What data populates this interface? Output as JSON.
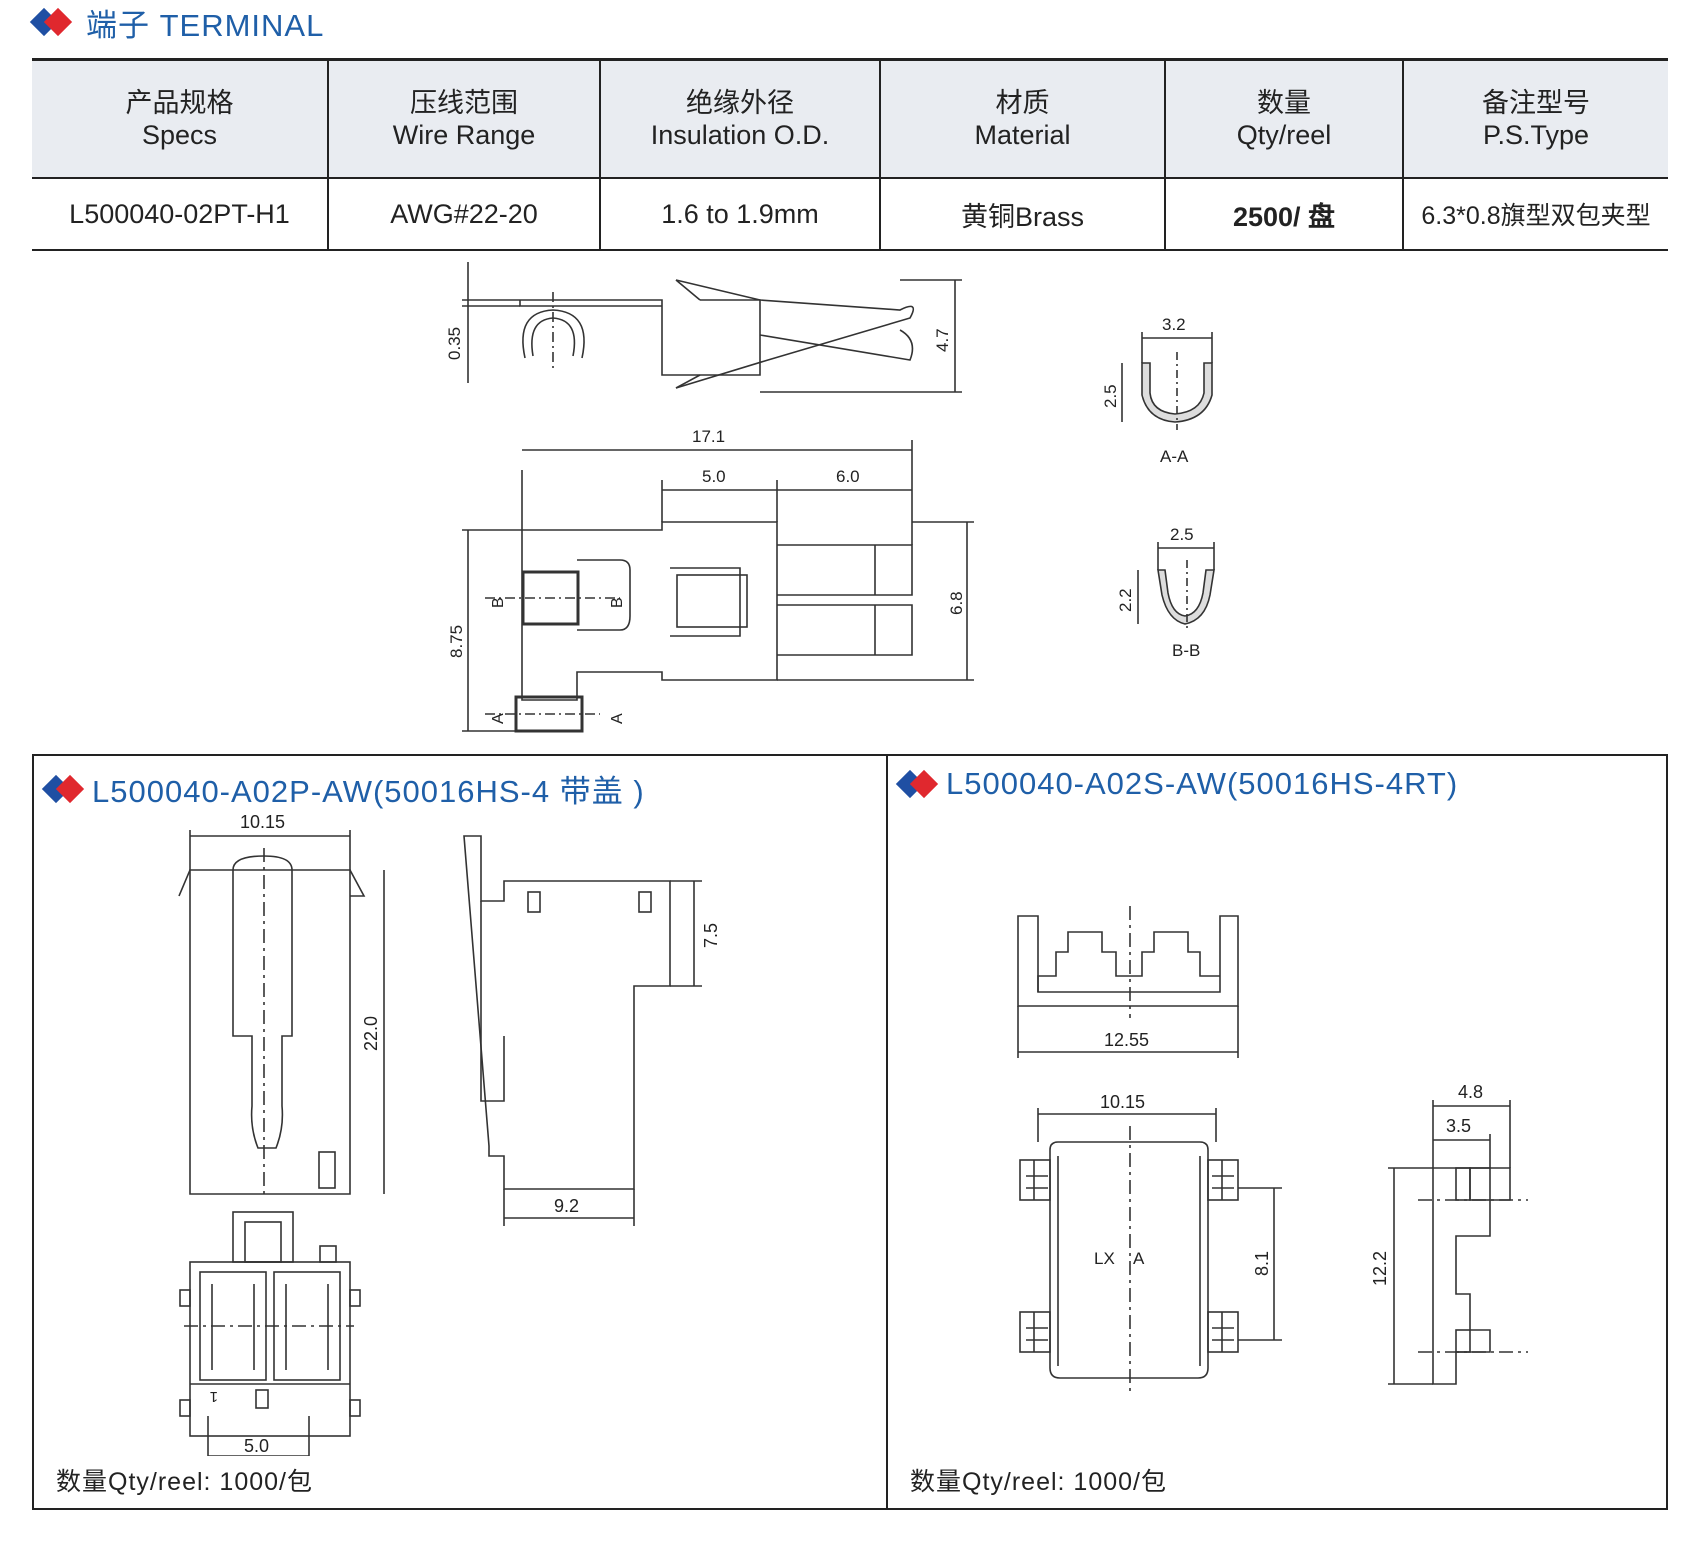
{
  "header": {
    "title": "端子 TERMINAL",
    "colors": {
      "accent_blue": "#1f4fa3",
      "accent_red": "#e0282e",
      "title_text": "#1f5fa8"
    }
  },
  "table": {
    "columns": [
      {
        "cn": "产品规格",
        "en": "Specs"
      },
      {
        "cn": "压线范围",
        "en": "Wire Range"
      },
      {
        "cn": "绝缘外径",
        "en": "Insulation O.D."
      },
      {
        "cn": "材质",
        "en": "Material"
      },
      {
        "cn": "数量",
        "en": "Qty/reel"
      },
      {
        "cn": "备注型号",
        "en": "P.S.Type"
      }
    ],
    "row": [
      "L500040-02PT-H1",
      "AWG#22-20",
      "1.6 to 1.9mm",
      "黄铜Brass",
      "2500/ 盘",
      "6.3*0.8旗型双包夹型"
    ]
  },
  "terminal_drawing": {
    "dims": {
      "d035": "0.35",
      "d47": "4.7",
      "d171": "17.1",
      "d50": "5.0",
      "d60": "6.0",
      "d875": "8.75",
      "d68": "6.8",
      "d32": "3.2",
      "d25a": "2.5",
      "d25b": "2.5",
      "d22": "2.2"
    },
    "section_marks": {
      "b": "B",
      "a": "A"
    },
    "section_labels": {
      "aa": "A-A",
      "bb": "B-B"
    }
  },
  "panel_left": {
    "title": "L500040-A02P-AW(50016HS-4 带盖 )",
    "dims": {
      "w1015": "10.15",
      "h220": "22.0",
      "h75": "7.5",
      "w92": "9.2",
      "w50": "5.0"
    },
    "pin_mark": "1",
    "qty": "数量Qty/reel:  1000/包"
  },
  "panel_right": {
    "title": "L500040-A02S-AW(50016HS-4RT)",
    "dims": {
      "w1255": "12.55",
      "w1015": "10.15",
      "h81": "8.1",
      "w48": "4.8",
      "w35": "3.5",
      "h122": "12.2"
    },
    "marks": {
      "lx": "LX",
      "a": "A"
    },
    "qty": "数量Qty/reel:  1000/包"
  }
}
